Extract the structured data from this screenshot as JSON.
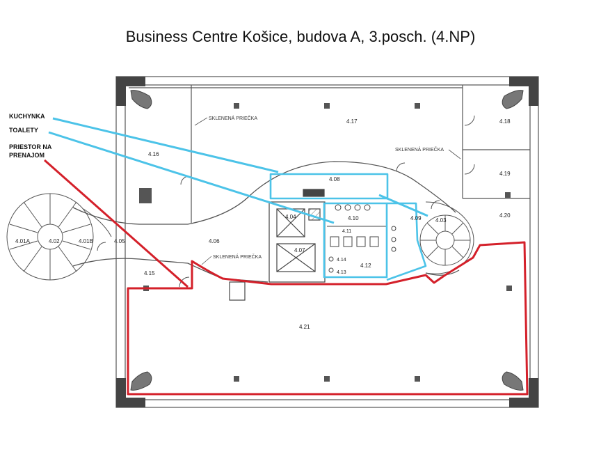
{
  "title": "Business Centre Košice, budova A, 3.posch. (4.NP)",
  "legend": {
    "kitchen": "KUCHYNKA",
    "toilets": "TOALETY",
    "rental_line1": "PRIESTOR NA",
    "rental_line2": "PRENAJOM"
  },
  "colors": {
    "kitchen": "#4cc3e8",
    "toilets": "#4cc3e8",
    "rental": "#d4202a",
    "walls": "#555555"
  },
  "notes": {
    "glass_a": "SKLENENÁ PRIEČKA",
    "glass_b": "SKLENENÁ PRIEČKA",
    "glass_c": "SKLENENÁ PRIEČKA"
  },
  "rooms": {
    "r401a": "4.01A",
    "r402": "4.02",
    "r401b": "4.01B",
    "r405": "4.05",
    "r406": "4.06",
    "r415": "4.15",
    "r416": "4.16",
    "r417": "4.17",
    "r418": "4.18",
    "r419": "4.19",
    "r420": "4.20",
    "r404": "4.04",
    "r407": "4.07",
    "r408": "4.08",
    "r410": "4.10",
    "r411": "4.11",
    "r412": "4.12",
    "r413": "4.13",
    "r414": "4.14",
    "r409": "4.09",
    "r403": "4.03",
    "r421": "4.21"
  }
}
